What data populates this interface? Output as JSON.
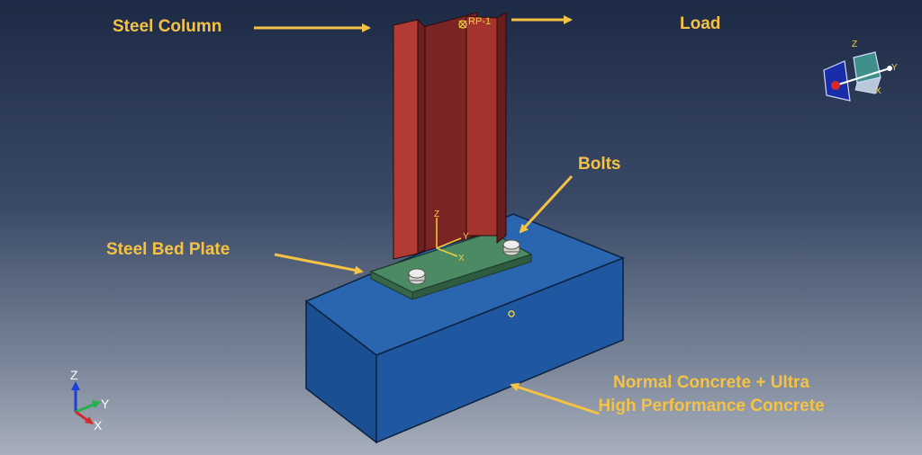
{
  "callouts": {
    "steel_column": "Steel Column",
    "load": "Load",
    "bolts": "Bolts",
    "steel_bed_plate": "Steel Bed Plate",
    "concrete": "Normal Concrete + Ultra High Performance Concrete"
  },
  "model_labels": {
    "reference_point": "RP-1",
    "csys_z": "Z",
    "csys_y": "Y",
    "csys_x": "X"
  },
  "triad": {
    "z": "Z",
    "y": "Y",
    "x": "X"
  },
  "view_cube": {
    "z": "Z",
    "y": "Y",
    "x": "X"
  },
  "colors": {
    "callout_text": "#f5c243",
    "column": "#a5342f",
    "plate": "#3f7a55",
    "concrete": "#1f57a0",
    "background_top": "#1d2a45",
    "background_bottom": "#a8afbc"
  }
}
